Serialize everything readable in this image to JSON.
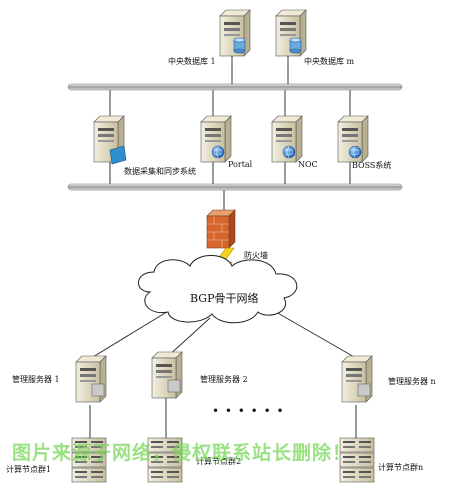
{
  "colors": {
    "bus": "#9a9a9a",
    "line": "#222222",
    "server_body": "#d8d0b0",
    "globe": "#2b7fd0",
    "firewall": "#d8652c",
    "lightning": "#f2d21a",
    "watermark": "#78d75a"
  },
  "icons": {
    "server": "server-icon",
    "database": "database-icon",
    "globe": "globe-icon",
    "monitor": "monitor-icon",
    "firewall": "firewall-icon",
    "cloud": "cloud-icon"
  },
  "labels": {
    "db1": "中央数据库 1",
    "dbm": "中央数据库 m",
    "sync": "数据采集和同步系统",
    "portal": "Portal",
    "noc": "NOC",
    "boss": "BOSS系统",
    "firewall": "防火墙",
    "cloud": "BGP骨干网络",
    "mgmt1": "管理服务器 1",
    "mgmt2": "管理服务器 2",
    "mgmtn": "管理服务器 n",
    "cluster1": "计算节点群1",
    "cluster2": "计算节点群2",
    "clustern": "计算节点群n",
    "ellipsis": "• • • • • •"
  },
  "watermark": "图片来源于网络，侵权联系站长删除！"
}
